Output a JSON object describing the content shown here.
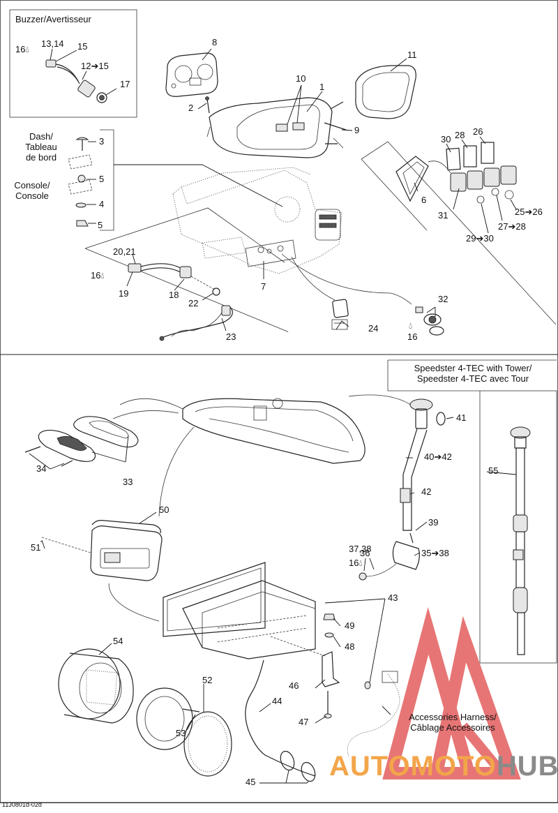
{
  "boxes": {
    "buzzer_title": "Buzzer/Avertisseur",
    "dash_title": "Dash/\nTableau\nde bord",
    "console_title": "Console/\nConsole",
    "tower_title": "Speedster 4-TEC with Tower/\nSpeedster 4-TEC avec Tour",
    "accessories_label": "Accessories Harness/\nCâblage Accessoires"
  },
  "callouts": {
    "c1": "1",
    "c2": "2",
    "c3": "3",
    "c4": "4",
    "c5a": "5",
    "c5b": "5",
    "c6": "6",
    "c7": "7",
    "c8": "8",
    "c9": "9",
    "c10": "10",
    "c11": "11",
    "c12_15": "12➔15",
    "c13_14": "13,14",
    "c15": "15",
    "c16a": "16",
    "c16b": "16",
    "c16c": "16",
    "c16d": "16",
    "c17": "17",
    "c18": "18",
    "c19": "19",
    "c20_21": "20,21",
    "c22": "22",
    "c23": "23",
    "c24": "24",
    "c25_26": "25➔26",
    "c26": "26",
    "c27_28": "27➔28",
    "c28": "28",
    "c29_30": "29➔30",
    "c30": "30",
    "c31": "31",
    "c32": "32",
    "c33": "33",
    "c34": "34",
    "c35_38": "35➔38",
    "c36": "36",
    "c37_38": "37,38",
    "c39": "39",
    "c40_42": "40➔42",
    "c41": "41",
    "c42": "42",
    "c43": "43",
    "c44": "44",
    "c45": "45",
    "c46": "46",
    "c47": "47",
    "c48": "48",
    "c49": "49",
    "c50": "50",
    "c51": "51",
    "c52": "52",
    "c53": "53",
    "c54": "54",
    "c55": "55"
  },
  "drop_icon": "drop-icon",
  "watermark": {
    "part1": "AUTO",
    "part2": "MOTO",
    "part3": "HUB"
  },
  "footer_code": "11J0801d-02d",
  "colors": {
    "line": "#222222",
    "watermark_red": "#e04848",
    "watermark_orange": "#f3a54a",
    "watermark_gray": "#8a8a8a"
  }
}
